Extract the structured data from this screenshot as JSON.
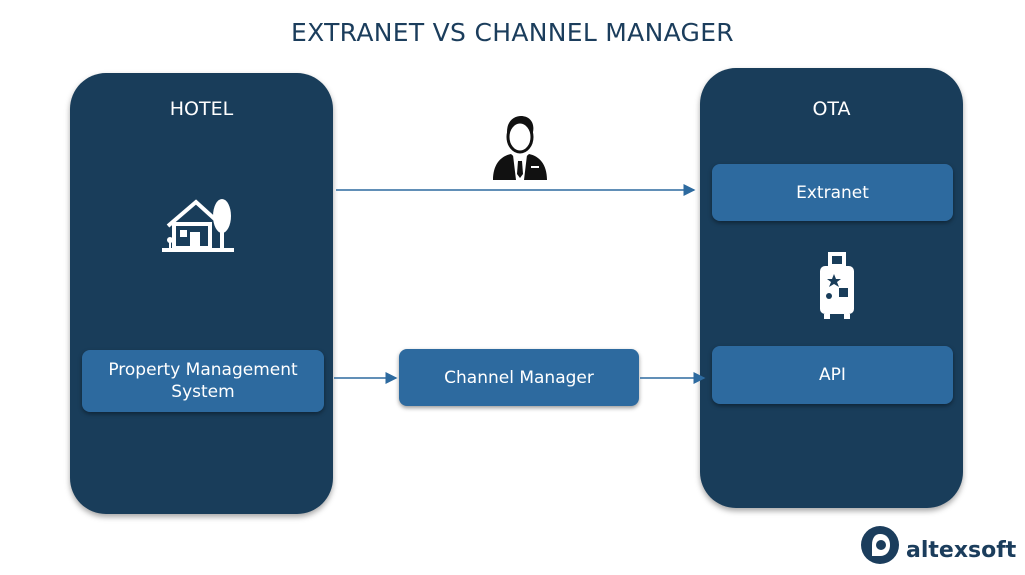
{
  "title": "EXTRANET VS CHANNEL MANAGER",
  "hotel": {
    "label": "HOTEL",
    "pms_label": "Property Management System"
  },
  "ota": {
    "label": "OTA",
    "extranet_label": "Extranet",
    "api_label": "API"
  },
  "channel_manager_label": "Channel Manager",
  "icons": {
    "hotel": "house-with-tree-icon",
    "person": "business-person-icon",
    "luggage": "suitcase-icon",
    "logo": "altexsoft-logo-icon"
  },
  "colors": {
    "panel": "#193d5a",
    "box": "#2d6a9f",
    "arrow": "#2d6a9f",
    "title": "#1b3d5c"
  },
  "logo": {
    "text": "altexsoft"
  }
}
